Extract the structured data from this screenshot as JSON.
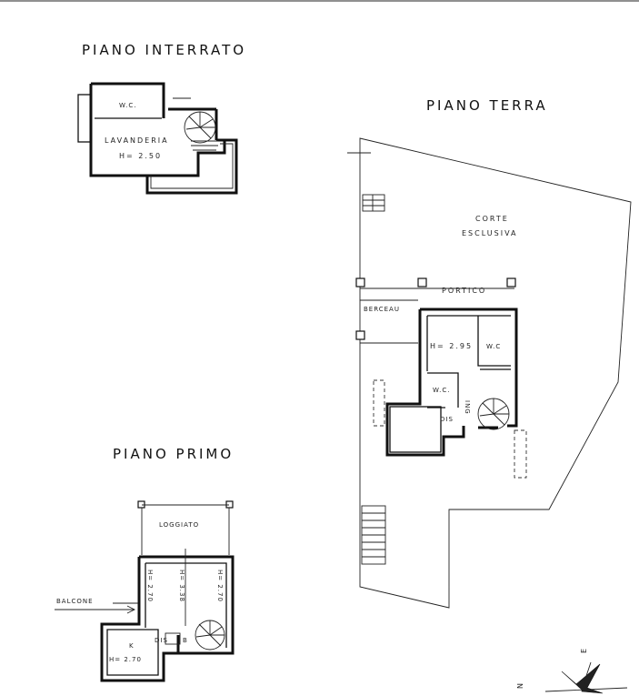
{
  "floors": {
    "interrato": {
      "title": "PIANO INTERRATO",
      "rooms": {
        "wc": "W.C.",
        "lavanderia": "LAVANDERIA",
        "lavanderia_height": "H= 2.50"
      }
    },
    "terra": {
      "title": "PIANO TERRA",
      "labels": {
        "corte": "CORTE",
        "esclusiva": "ESCLUSIVA",
        "portico": "PORTICO",
        "berceau": "BERCEAU",
        "height": "H= 2.95",
        "wc_right": "W.C",
        "wc_small": "W.C.",
        "dis": "DIS",
        "ing": "ING"
      }
    },
    "primo": {
      "title": "PIANO PRIMO",
      "labels": {
        "loggiato": "LOGGIATO",
        "balcone": "BALCONE",
        "height_left": "H= 2.70",
        "height_center": "H= 3.38",
        "height_right": "H= 2.70",
        "kitchen": "K",
        "kitchen_height": "H= 2.70",
        "dis": "DIS",
        "bath": "B"
      }
    }
  },
  "compass": {
    "north": "N",
    "east": "E"
  }
}
